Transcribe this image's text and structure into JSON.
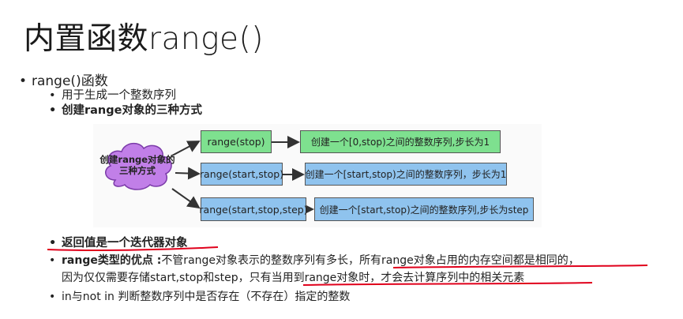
{
  "title": "内置函数range()",
  "bullets": {
    "b1": "range()函数",
    "b1_sub1": "用于生成一个整数序列",
    "b1_sub2": "创建range对象的三种方式",
    "b2": "返回值是一个迭代器对象",
    "b3_bold": "range类型的优点 :",
    "b3_rest1": "不管range对象表示的整数序列有多长，所有range对象占用的内存空间都是相同的，",
    "b3_line2": "因为仅仅需要存储start,stop和step，只有当用到range对象时，才会去计算序列中的相关元素",
    "b4": "in与not in 判断整数序列中是否存在（不存在）指定的整数"
  },
  "diagram": {
    "cloud": "创建range对象的三种方式",
    "forms": [
      {
        "code": "range(stop)",
        "desc": "创建一个[0,stop)之间的整数序列,步长为1"
      },
      {
        "code": "range(start,stop)",
        "desc": "创建一个[start,stop)之间的整数序列，步长为1"
      },
      {
        "code": "range(start,stop,step)",
        "desc": "创建一个[start,stop)之间的整数序列,步长为step"
      }
    ]
  },
  "colors": {
    "green_box": "#7ee08f",
    "blue_box": "#8fc3ee",
    "cloud": "#c17fe8",
    "underline": "#e0001b"
  }
}
